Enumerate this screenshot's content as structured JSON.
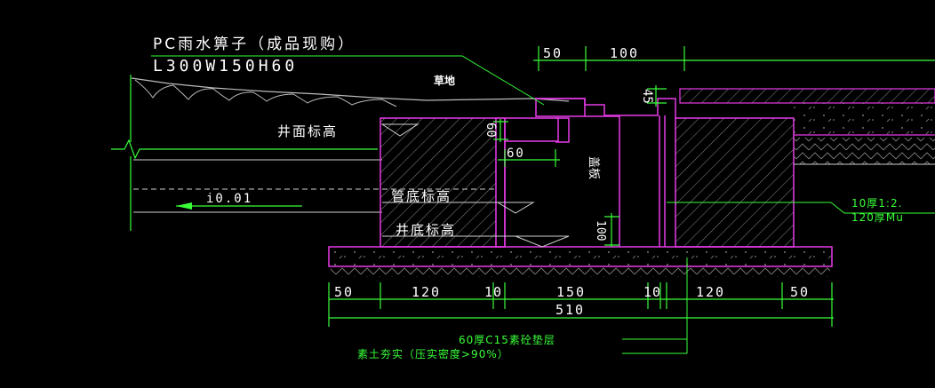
{
  "labels": {
    "title_line1": "PC雨水箅子（成品现购）",
    "title_line2": "L300W150H60",
    "grass": "草地",
    "well_top_elev": "井面标高",
    "pipe_bottom_elev": "管底标高",
    "well_bottom_elev": "井底标高",
    "slope": "i0.01",
    "vertical_note": "盖板",
    "layer_note1": "10厚1:2.",
    "layer_note2": "120厚Mu",
    "base_note1": "60厚C15素砼垫层",
    "base_note2": "素土夯实（压实密度>90%）"
  },
  "dims": {
    "top_50": "50",
    "top_100": "100",
    "v_45": "45",
    "v_60": "60",
    "h_60": "60",
    "v_100": "100",
    "bottom": [
      "50",
      "120",
      "10",
      "150",
      "10",
      "120",
      "50"
    ],
    "total": "510"
  },
  "colors": {
    "background": "#000000",
    "structure": "#e83ae8",
    "dimension": "#39ff39",
    "text": "#ffffff",
    "hatch": "#9a9a9a"
  }
}
